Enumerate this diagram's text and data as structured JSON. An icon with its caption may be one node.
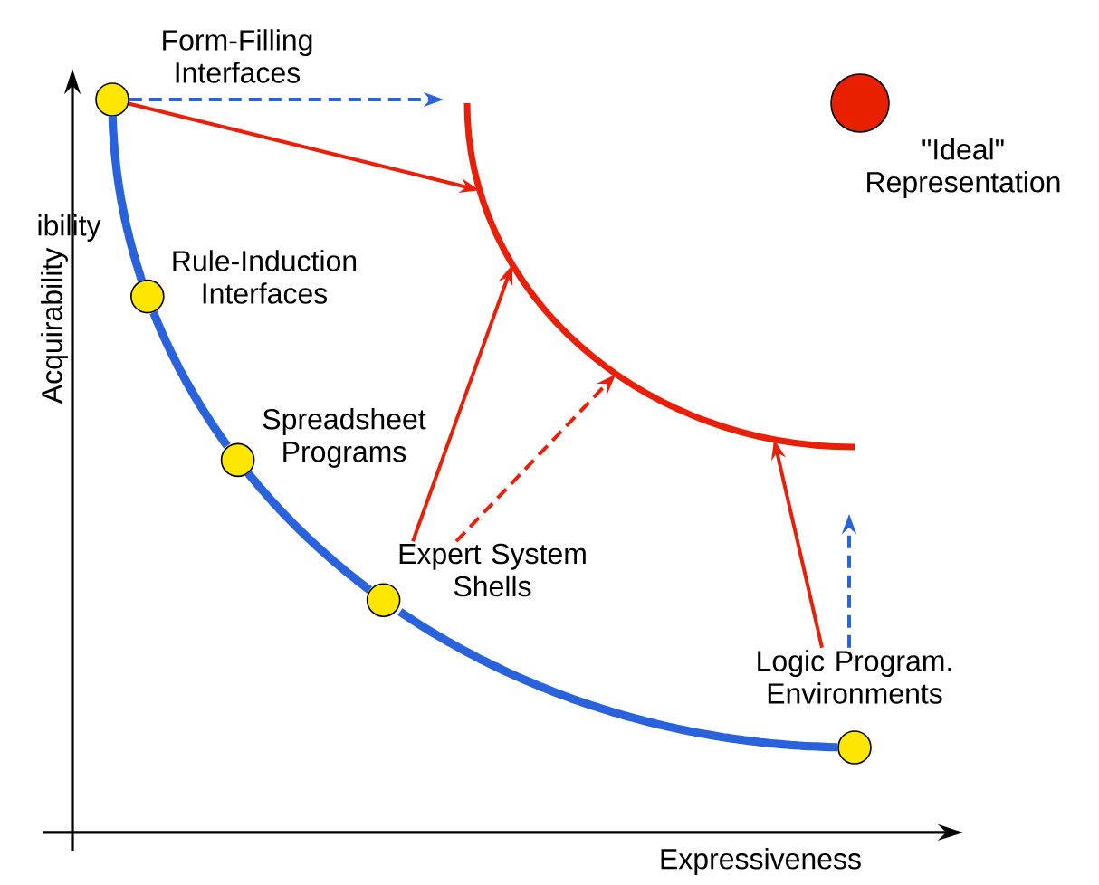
{
  "diagram": {
    "nodes": [
      {
        "text": [],
        "shape": "circle",
        "beside": [
          "Form-Filling Interfaces"
        ]
      },
      {
        "text": [],
        "shape": "circle",
        "beside": [
          "Rule-Induction Interfaces"
        ]
      },
      {
        "text": [],
        "shape": "circle",
        "beside": [
          "Spreadsheet Programs"
        ]
      },
      {
        "text": [],
        "shape": "circle",
        "beside": [
          "Expert System Shells"
        ]
      },
      {
        "text": [],
        "shape": "circle",
        "beside": [
          "Logic Program. Environments"
        ]
      },
      {
        "text": [],
        "shape": "circle",
        "beside": [
          "\"Ideal\" Representation"
        ]
      },
      {
        "text": [],
        "shape": "arc"
      }
    ],
    "edges": [
      {
        "from": 0,
        "to": 1,
        "arrow": "none",
        "style": "thick",
        "color": "#2a62dc"
      },
      {
        "from": 1,
        "to": 2,
        "arrow": "none",
        "style": "thick",
        "color": "#2a62dc"
      },
      {
        "from": 2,
        "to": 3,
        "arrow": "none",
        "style": "thick",
        "color": "#2a62dc"
      },
      {
        "from": 3,
        "to": 4,
        "arrow": "none",
        "style": "thick",
        "color": "#2a62dc"
      },
      {
        "from": 0,
        "to": null,
        "arrow": "to",
        "style": "dashed",
        "color": "#2a62dc"
      },
      {
        "from": 0,
        "to": 6,
        "arrow": "to",
        "color": "#e8200a"
      },
      {
        "from": 3,
        "to": 6,
        "arrow": "to",
        "color": "#e8200a"
      },
      {
        "from": 3,
        "to": 6,
        "arrow": "to",
        "style": "dashed",
        "color": "#e8200a"
      },
      {
        "from": 4,
        "to": 6,
        "arrow": "to",
        "color": "#e8200a"
      },
      {
        "from": 4,
        "to": null,
        "arrow": "to",
        "style": "dashed",
        "color": "#2a62dc"
      }
    ],
    "labels": [
      "Acquirability",
      "ibility",
      "Expressiveness"
    ]
  }
}
